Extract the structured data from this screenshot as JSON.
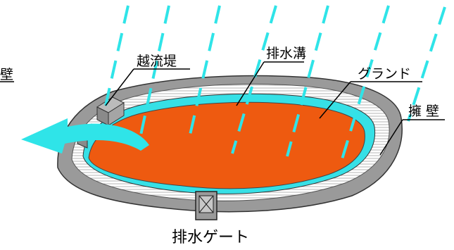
{
  "labels": {
    "left_wall_partial": "壁",
    "overflow_weir": "越流堤",
    "drainage_ditch": "排水溝",
    "ground": "グランド",
    "retaining_wall": "擁 壁",
    "drain_gate": "排水ゲート"
  },
  "colors": {
    "ground": "#ee5a10",
    "ditch": "#36e0e6",
    "wall": "#9a9a9a",
    "wall_dark": "#6f6f6f",
    "rain": "#2fe4e8",
    "arrow": "#2fe4e8"
  }
}
